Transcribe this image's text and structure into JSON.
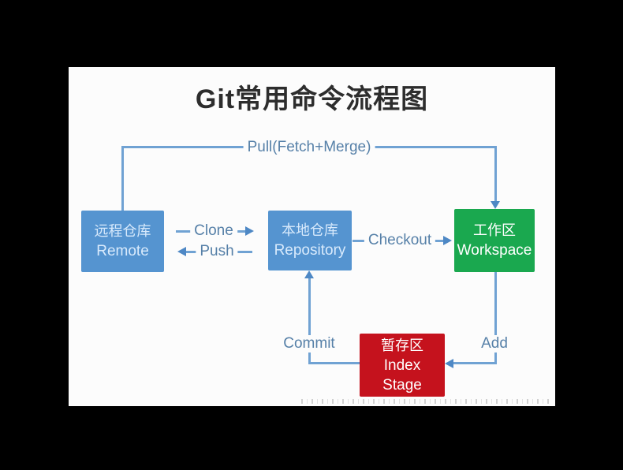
{
  "title": "Git常用命令流程图",
  "nodes": [
    {
      "id": "remote",
      "label_cn": "远程仓库",
      "label_en": "Remote",
      "color": "#5594d0"
    },
    {
      "id": "repository",
      "label_cn": "本地仓库",
      "label_en": "Repository",
      "color": "#5594d0"
    },
    {
      "id": "workspace",
      "label_cn": "工作区",
      "label_en": "Workspace",
      "color": "#1aa84f"
    },
    {
      "id": "index",
      "label_cn": "暂存区",
      "label_en": "Index",
      "label_en2": "Stage",
      "color": "#c5121d"
    }
  ],
  "edges": [
    {
      "label": "Pull(Fetch+Merge)",
      "from": "remote",
      "to": "workspace"
    },
    {
      "label": "Clone",
      "from": "remote",
      "to": "repository"
    },
    {
      "label": "Push",
      "from": "repository",
      "to": "remote"
    },
    {
      "label": "Checkout",
      "from": "repository",
      "to": "workspace"
    },
    {
      "label": "Commit",
      "from": "index",
      "to": "repository"
    },
    {
      "label": "Add",
      "from": "workspace",
      "to": "index"
    }
  ],
  "colors": {
    "background": "#000000",
    "canvas": "#fcfcfc",
    "node_blue": "#5594d0",
    "node_green": "#1aa84f",
    "node_red": "#c5121d",
    "line_blue": "#70a2d3",
    "arrowhead_blue": "#4e88c5",
    "edge_label_text": "#5680a8",
    "title_text": "#2d2d2d"
  }
}
